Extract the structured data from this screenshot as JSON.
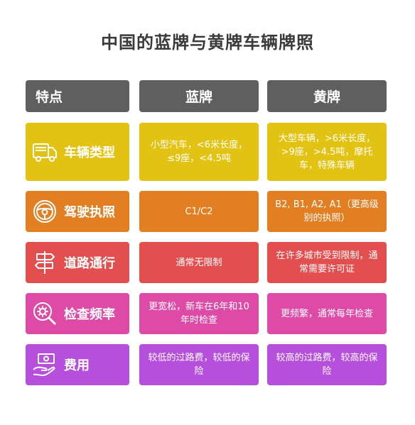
{
  "title": "中国的蓝牌与黄牌车辆牌照",
  "headers": {
    "feature": "特点",
    "blue": "蓝牌",
    "yellow": "黄牌"
  },
  "rows": [
    {
      "label": "车辆类型",
      "icon": "truck-icon",
      "color": "#e2c313",
      "blue": "小型汽车，<6米长度，≤9座，<4.5吨",
      "yellow": "大型车辆，>6米长度，>9座，>4.5吨，摩托车，特殊车辆"
    },
    {
      "label": "驾驶执照",
      "icon": "steering-wheel-icon",
      "color": "#e27f22",
      "blue": "C1/C2",
      "yellow": "B2, B1, A2, A1（更高级别的执照）"
    },
    {
      "label": "道路通行",
      "icon": "signpost-icon",
      "color": "#e34f4f",
      "blue": "通常无限制",
      "yellow": "在许多城市受到限制，通常需要许可证"
    },
    {
      "label": "检查频率",
      "icon": "magnifier-gear-icon",
      "color": "#dd4ba7",
      "blue": "更宽松，新车在6年和10年时检查",
      "yellow": "更频繁，通常每年检查"
    },
    {
      "label": "费用",
      "icon": "hand-money-icon",
      "color": "#b54fdc",
      "blue": "较低的过路费，较低的保险",
      "yellow": "较高的过路费，较高的保险"
    }
  ]
}
